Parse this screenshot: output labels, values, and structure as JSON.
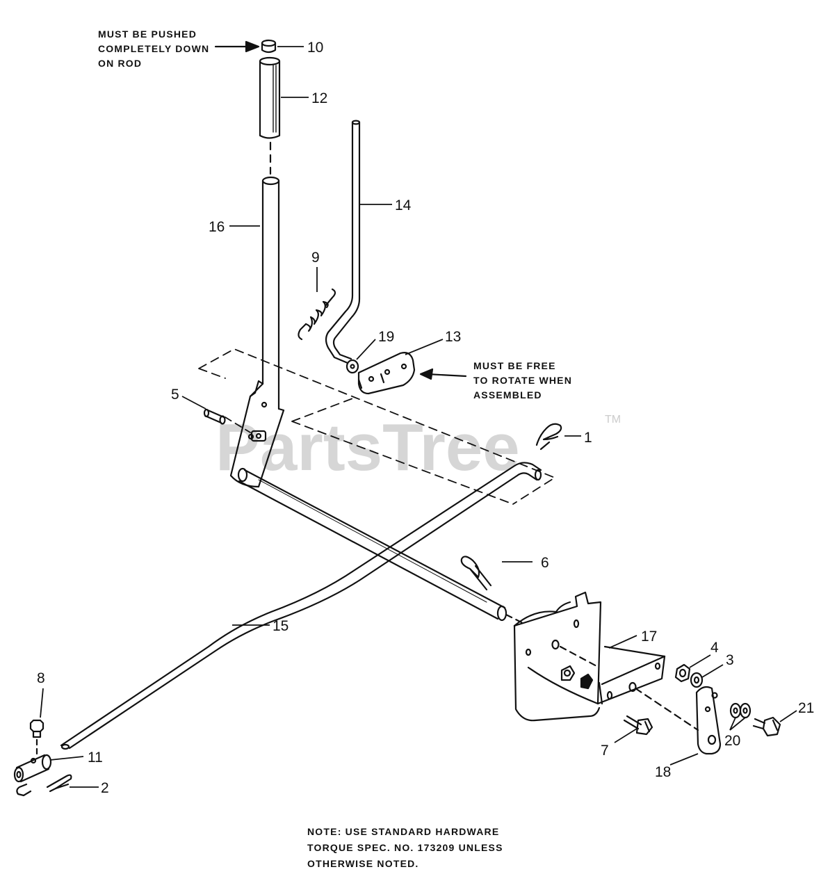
{
  "watermark": {
    "text": "PartsTree",
    "mark": "TM"
  },
  "notes": {
    "pushed": [
      "MUST BE PUSHED",
      "COMPLETELY DOWN",
      "ON ROD"
    ],
    "rotate": [
      "MUST BE FREE",
      "TO ROTATE WHEN",
      "ASSEMBLED"
    ],
    "footer": [
      "NOTE: USE STANDARD HARDWARE",
      "TORQUE SPEC. NO. 173209 UNLESS",
      "OTHERWISE NOTED."
    ]
  },
  "callouts": {
    "c1": "1",
    "c2": "2",
    "c3": "3",
    "c4": "4",
    "c5": "5",
    "c6": "6",
    "c7": "7",
    "c8": "8",
    "c9": "9",
    "c10": "10",
    "c11": "11",
    "c12": "12",
    "c13": "13",
    "c14": "14",
    "c15": "15",
    "c16": "16",
    "c17": "17",
    "c18": "18",
    "c19": "19",
    "c20": "20",
    "c21": "21"
  }
}
